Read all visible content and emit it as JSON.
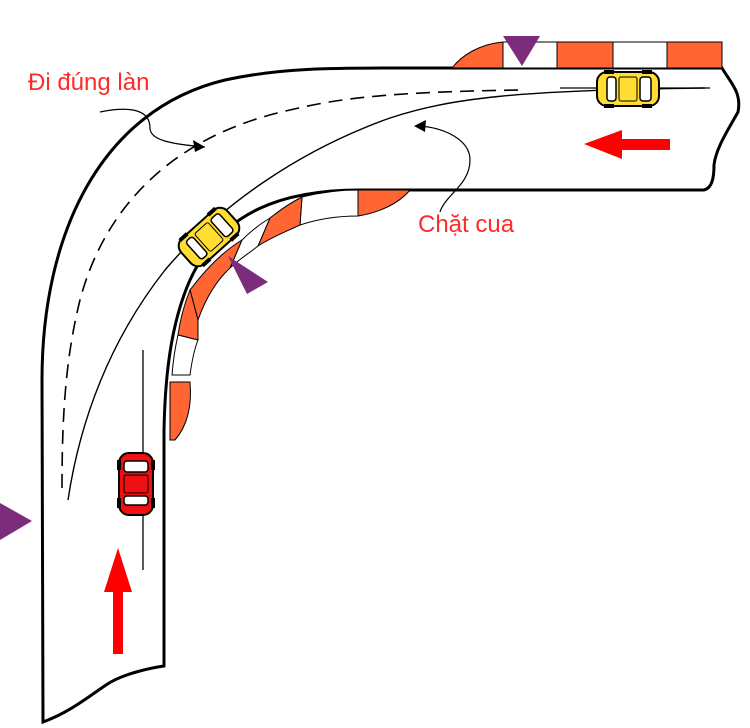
{
  "labels": {
    "lane_label": "Đi đúng làn",
    "apex_label": "Chặt cua"
  },
  "colors": {
    "road_fill": "#ffffff",
    "road_outline": "#000000",
    "curb_orange": "#ff6633",
    "curb_white": "#ffffff",
    "cone_purple": "#7b2d7b",
    "car_yellow": "#ffdd33",
    "car_red": "#ee1111",
    "arrow_red": "#ff0000",
    "label_red": "#ff2a2a"
  },
  "icons": {
    "markers": [
      "purple-triangle-marker",
      "purple-triangle-marker",
      "purple-triangle-marker"
    ],
    "arrows": [
      "red-arrow-up",
      "red-arrow-left"
    ],
    "cars": [
      "red-car",
      "yellow-car",
      "yellow-car"
    ]
  }
}
